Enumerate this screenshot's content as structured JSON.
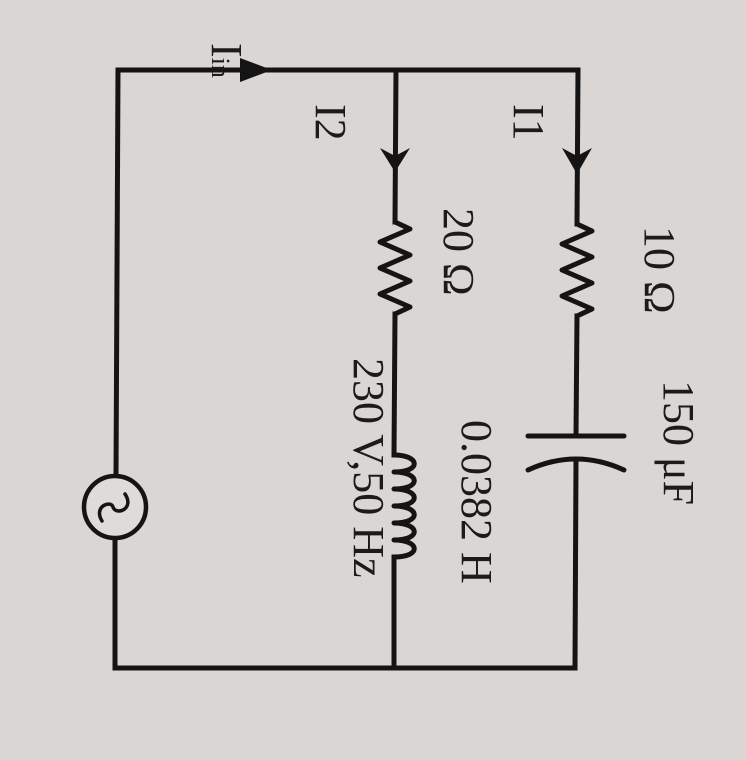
{
  "source": {
    "label": "230 V,50 Hz",
    "icon": "ac-source-icon"
  },
  "currents": {
    "input": "Iin",
    "branch1": "I1",
    "branch2": "I2"
  },
  "branch1": {
    "resistor": "10 Ω",
    "capacitor": "150 μF"
  },
  "branch2": {
    "resistor": "20 Ω",
    "inductor": "0.0382 H"
  },
  "colors": {
    "background": "#d9d6d3",
    "ink": "#141414"
  }
}
